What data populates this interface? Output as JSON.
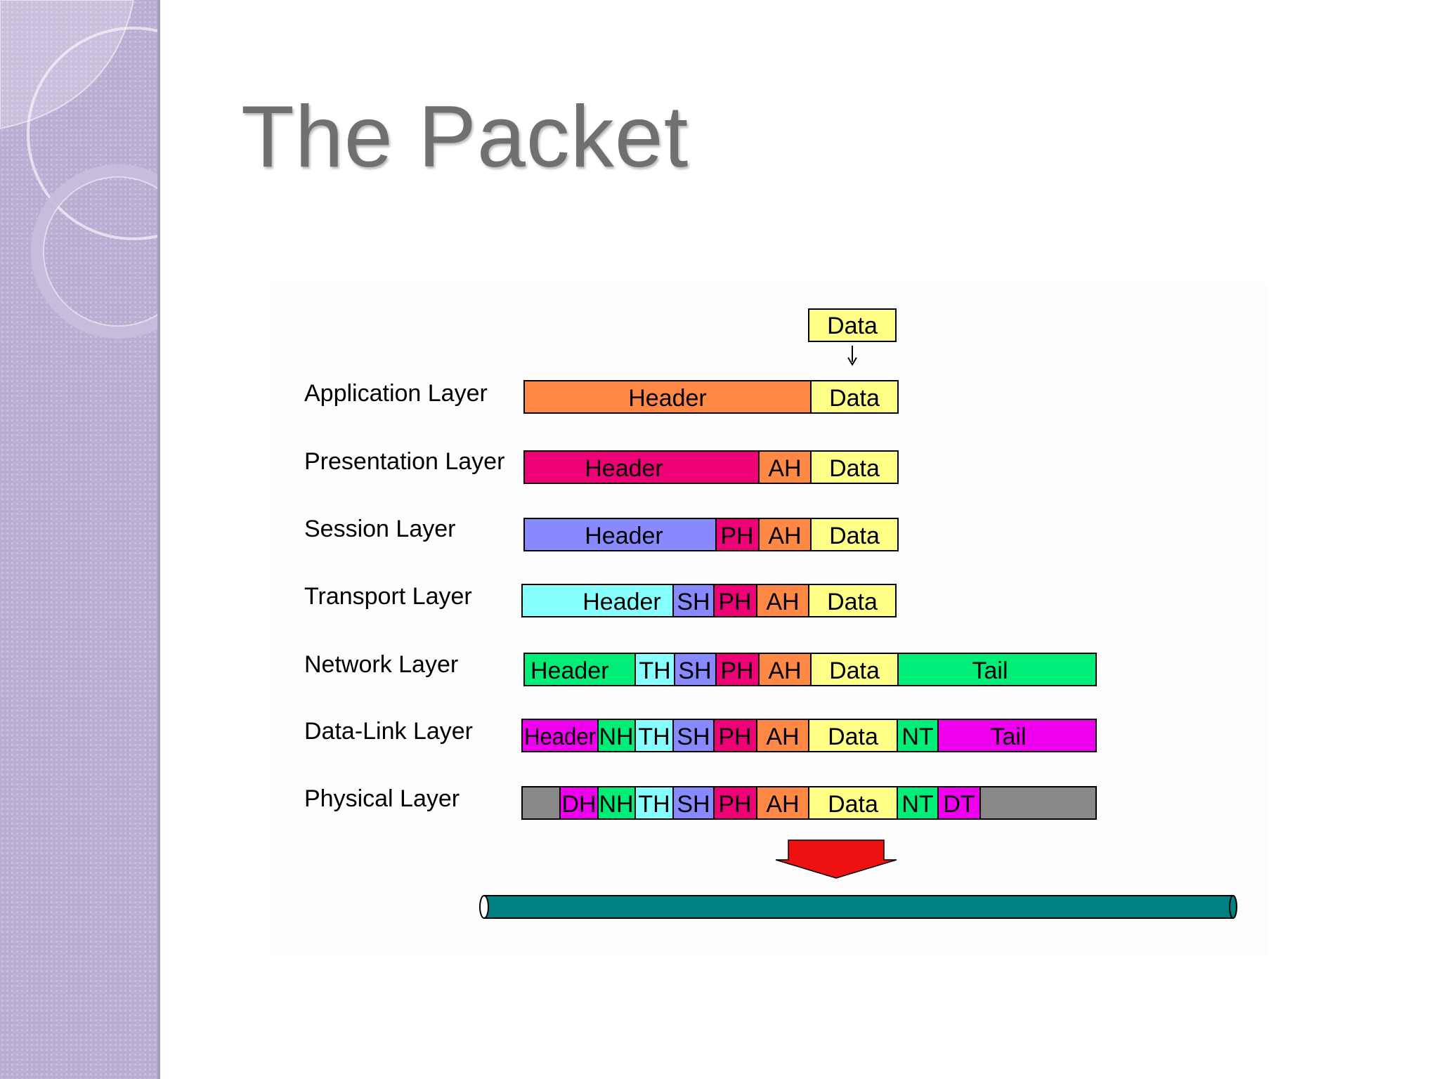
{
  "slide": {
    "title": "The Packet"
  },
  "diagram": {
    "top_data_label": "Data",
    "layers": [
      {
        "name": "Application Layer",
        "segments": [
          {
            "label": "Header",
            "color": "#ff8844"
          },
          {
            "label": "Data",
            "color": "#ffff88"
          }
        ]
      },
      {
        "name": "Presentation Layer",
        "segments": [
          {
            "label": "Header",
            "color": "#ee0077"
          },
          {
            "label": "AH",
            "color": "#ff8844"
          },
          {
            "label": "Data",
            "color": "#ffff88"
          }
        ]
      },
      {
        "name": "Session Layer",
        "segments": [
          {
            "label": "Header",
            "color": "#8888ff"
          },
          {
            "label": "PH",
            "color": "#ee0077"
          },
          {
            "label": "AH",
            "color": "#ff8844"
          },
          {
            "label": "Data",
            "color": "#ffff88"
          }
        ]
      },
      {
        "name": "Transport Layer",
        "segments": [
          {
            "label": "Header",
            "color": "#88ffff"
          },
          {
            "label": "SH",
            "color": "#8888ff"
          },
          {
            "label": "PH",
            "color": "#ee0077"
          },
          {
            "label": "AH",
            "color": "#ff8844"
          },
          {
            "label": "Data",
            "color": "#ffff88"
          }
        ]
      },
      {
        "name": "Network Layer",
        "segments": [
          {
            "label": "Header",
            "color": "#00ee77"
          },
          {
            "label": "TH",
            "color": "#88ffff"
          },
          {
            "label": "SH",
            "color": "#8888ff"
          },
          {
            "label": "PH",
            "color": "#ee0077"
          },
          {
            "label": "AH",
            "color": "#ff8844"
          },
          {
            "label": "Data",
            "color": "#ffff88"
          },
          {
            "label": "Tail",
            "color": "#00ee77"
          }
        ]
      },
      {
        "name": "Data-Link Layer",
        "segments": [
          {
            "label": "Header",
            "color": "#ee00ee"
          },
          {
            "label": "NH",
            "color": "#00ee77"
          },
          {
            "label": "TH",
            "color": "#88ffff"
          },
          {
            "label": "SH",
            "color": "#8888ff"
          },
          {
            "label": "PH",
            "color": "#ee0077"
          },
          {
            "label": "AH",
            "color": "#ff8844"
          },
          {
            "label": "Data",
            "color": "#ffff88"
          },
          {
            "label": "NT",
            "color": "#00ee77"
          },
          {
            "label": "Tail",
            "color": "#ee00ee"
          }
        ]
      },
      {
        "name": "Physical Layer",
        "segments": [
          {
            "label": "",
            "color": "#888888"
          },
          {
            "label": "DH",
            "color": "#ee00ee"
          },
          {
            "label": "NH",
            "color": "#00ee77"
          },
          {
            "label": "TH",
            "color": "#88ffff"
          },
          {
            "label": "SH",
            "color": "#8888ff"
          },
          {
            "label": "PH",
            "color": "#ee0077"
          },
          {
            "label": "AH",
            "color": "#ff8844"
          },
          {
            "label": "Data",
            "color": "#ffff88"
          },
          {
            "label": "NT",
            "color": "#00ee77"
          },
          {
            "label": "DT",
            "color": "#ee00ee"
          },
          {
            "label": "",
            "color": "#888888"
          }
        ]
      }
    ],
    "colors": {
      "arrow": "#ee1111",
      "wire": "#008080",
      "sidebar": "#bbaed3",
      "title": "#707070"
    }
  }
}
